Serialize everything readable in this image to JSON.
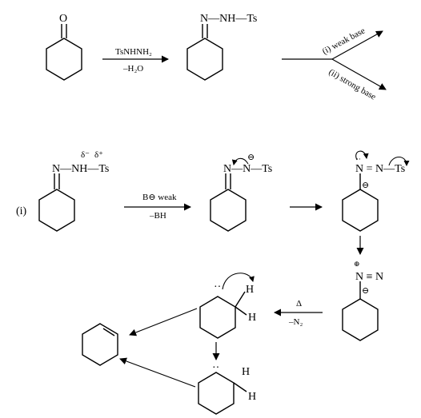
{
  "top_scheme": {
    "ketone_oxygen": "O",
    "reagent_top": "TsNHNH₂",
    "reagent_bottom": "–H₂O",
    "hydrazone_label": "N—NH—Ts",
    "branch_weak": "(i) weak base",
    "branch_strong": "(ii) strong base"
  },
  "mechanism": {
    "case_label": "(i)",
    "start_label": "N—NH—Ts",
    "delta_minus": "δ⁻",
    "delta_plus": "δ⁺",
    "step1_top": "B⊖ weak",
    "step1_bottom": "–BH",
    "anion_label": "N—N—Ts",
    "minus_sign": "⊖",
    "diazo_label": "N = N—Ts",
    "diazonium_label": "N ≡ N",
    "plus_sign": "⊕",
    "heat_top": "Δ",
    "heat_bottom": "–N₂",
    "h_label": "H",
    "carbene_dots": "··"
  }
}
